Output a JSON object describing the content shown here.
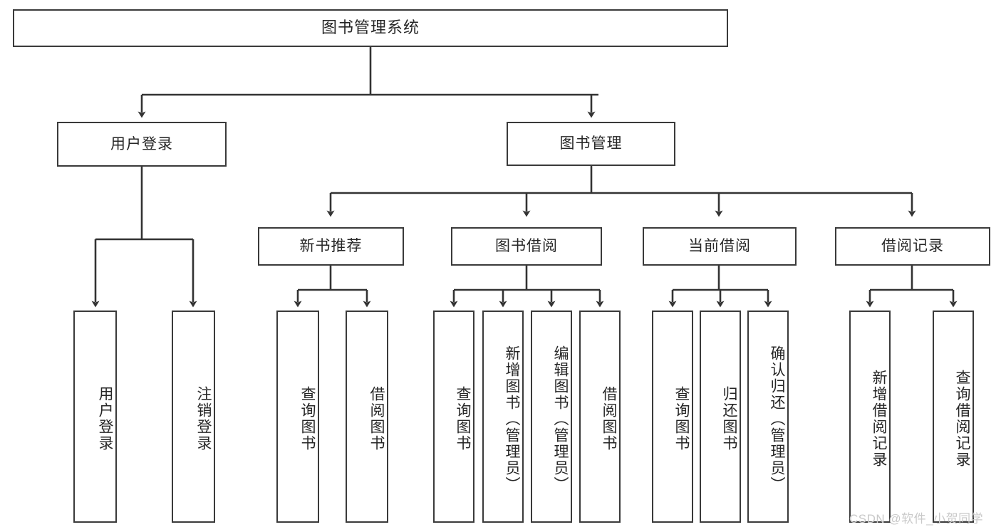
{
  "diagram": {
    "title": "图书管理系统",
    "type": "hierarchy-tree",
    "root": {
      "label": "图书管理系统"
    },
    "level1": [
      {
        "id": "user-login",
        "label": "用户登录"
      },
      {
        "id": "book-manage",
        "label": "图书管理"
      }
    ],
    "level2": [
      {
        "id": "new-book-recommend",
        "label": "新书推荐",
        "parent": "book-manage"
      },
      {
        "id": "book-borrow",
        "label": "图书借阅",
        "parent": "book-manage"
      },
      {
        "id": "current-borrow",
        "label": "当前借阅",
        "parent": "book-manage"
      },
      {
        "id": "borrow-record",
        "label": "借阅记录",
        "parent": "book-manage"
      }
    ],
    "leaves": [
      {
        "id": "leaf-user-login",
        "label": "用户登录",
        "parent": "user-login"
      },
      {
        "id": "leaf-logout",
        "label": "注销登录",
        "parent": "user-login"
      },
      {
        "id": "leaf-query-book-1",
        "label": "查询图书",
        "parent": "new-book-recommend"
      },
      {
        "id": "leaf-borrow-book-1",
        "label": "借阅图书",
        "parent": "new-book-recommend"
      },
      {
        "id": "leaf-query-book-2",
        "label": "查询图书",
        "parent": "book-borrow"
      },
      {
        "id": "leaf-add-book",
        "label": "新增图书（管理员）",
        "parent": "book-borrow"
      },
      {
        "id": "leaf-edit-book",
        "label": "编辑图书（管理员）",
        "parent": "book-borrow"
      },
      {
        "id": "leaf-borrow-book-2",
        "label": "借阅图书",
        "parent": "book-borrow"
      },
      {
        "id": "leaf-query-book-3",
        "label": "查询图书",
        "parent": "current-borrow"
      },
      {
        "id": "leaf-return-book",
        "label": "归还图书",
        "parent": "current-borrow"
      },
      {
        "id": "leaf-confirm-return",
        "label": "确认归还（管理员）",
        "parent": "current-borrow"
      },
      {
        "id": "leaf-add-record",
        "label": "新增借阅记录",
        "parent": "borrow-record"
      },
      {
        "id": "leaf-query-record",
        "label": "查询借阅记录",
        "parent": "borrow-record"
      }
    ],
    "watermark": "CSDN @软件_小贺同学",
    "colors": {
      "border": "#3a3a3a",
      "fill": "#ffffff",
      "text": "#262626",
      "connector": "#333333",
      "watermark": "#c9c9c9"
    }
  }
}
